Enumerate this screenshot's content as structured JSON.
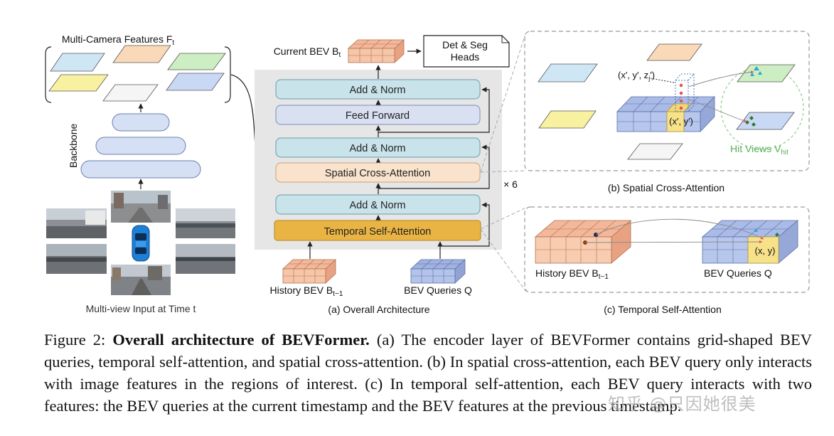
{
  "figure": {
    "multi_camera_features": "Multi-Camera Features F",
    "multi_camera_features_sub": "t",
    "backbone": "Backbone",
    "multi_view_input": "Multi-view Input at Time t",
    "current_bev": "Current BEV B",
    "current_bev_sub": "t",
    "heads_line1": "Det & Seg",
    "heads_line2": "Heads",
    "encoder_blocks": {
      "add_norm_top": "Add & Norm",
      "feed_forward": "Feed Forward",
      "add_norm_mid": "Add & Norm",
      "spatial_cross_attention": "Spatial Cross-Attention",
      "add_norm_low": "Add & Norm",
      "temporal_self_attention": "Temporal Self-Attention"
    },
    "repeat": "× 6",
    "history_bev": "History BEV B",
    "history_bev_sub": "t−1",
    "bev_queries": "BEV Queries Q",
    "sub_a": "(a) Overall Architecture",
    "sub_b": "(b) Spatial Cross-Attention",
    "sub_c": "(c) Temporal Self-Attention",
    "point_3d": "(x′, y′, z",
    "point_3d_sub": "j",
    "point_3d_end": "′)",
    "point_2d": "(x′, y′)",
    "hit_views": "Hit Views V",
    "hit_views_sub": "hit",
    "c_history": "History BEV B",
    "c_history_sub": "t−1",
    "c_queries": "BEV Queries Q",
    "c_point": "(x, y)"
  },
  "caption": {
    "label": "Figure 2:",
    "title": "Overall architecture of BEVFormer.",
    "body": "(a) The encoder layer of BEVFormer contains grid-shaped BEV queries, temporal self-attention, and spatial cross-attention. (b) In spatial cross-attention, each BEV query only interacts with image features in the regions of interest. (c) In temporal self-attention, each BEV query interacts with two features: the BEV queries at the current timestamp and the BEV features at the previous timestamp."
  },
  "watermark": "知乎 @只因她很美",
  "colors": {
    "block_teal": "#c9e3ea",
    "block_lavender": "#d9e0f2",
    "block_peach": "#f9e3cc",
    "block_gold": "#eab444",
    "bev_blue": "#aebfe6",
    "bev_salmon": "#f3c2a4",
    "encoder_bg": "#e6e6e6"
  }
}
